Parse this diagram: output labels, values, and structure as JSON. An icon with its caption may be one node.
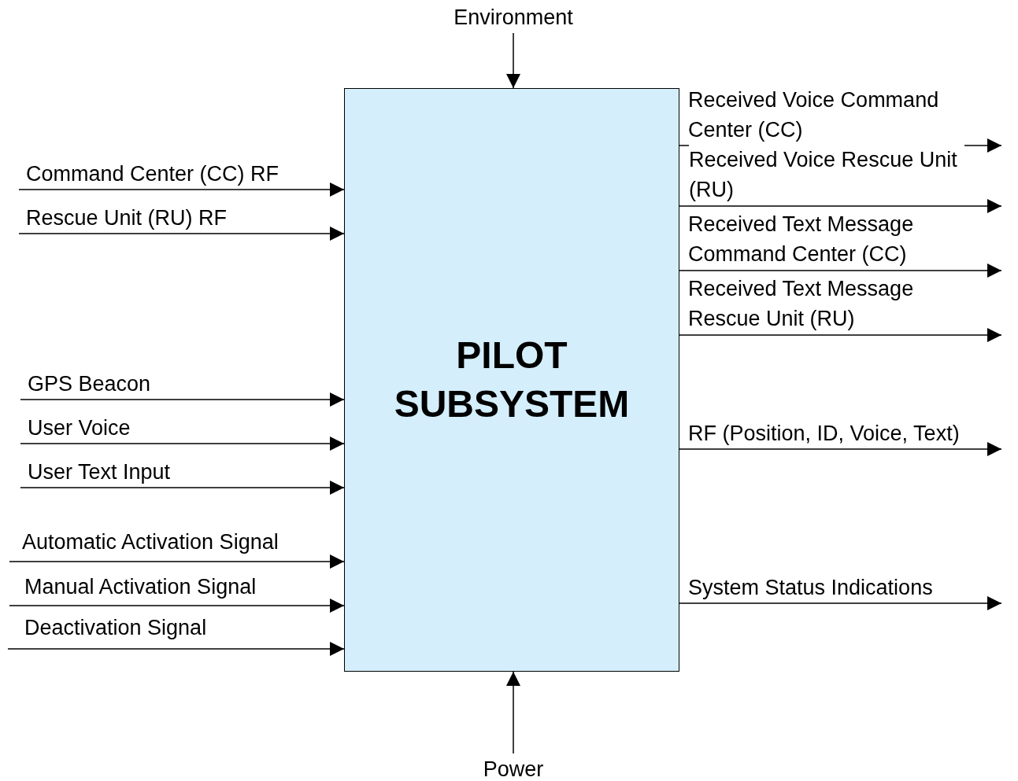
{
  "diagram": {
    "nodes": [
      {
        "text": [
          "PILOT SUBSYSTEM"
        ]
      },
      {
        "text": [
          "Environment"
        ]
      },
      {
        "text": [
          "Power"
        ]
      }
    ],
    "edges": [
      {
        "from": 1,
        "to": 0,
        "arrow": "to"
      },
      {
        "from": 2,
        "to": 0,
        "arrow": "to"
      },
      {
        "from": null,
        "to": 0,
        "arrow": "to",
        "label": "Command Center (CC) RF"
      },
      {
        "from": null,
        "to": 0,
        "arrow": "to",
        "label": "Rescue Unit (RU) RF"
      },
      {
        "from": null,
        "to": 0,
        "arrow": "to",
        "label": "GPS Beacon"
      },
      {
        "from": null,
        "to": 0,
        "arrow": "to",
        "label": "User Voice"
      },
      {
        "from": null,
        "to": 0,
        "arrow": "to",
        "label": "User Text Input"
      },
      {
        "from": null,
        "to": 0,
        "arrow": "to",
        "label": "Automatic Activation Signal"
      },
      {
        "from": null,
        "to": 0,
        "arrow": "to",
        "label": "Manual Activation Signal"
      },
      {
        "from": null,
        "to": 0,
        "arrow": "to",
        "label": "Deactivation Signal"
      },
      {
        "from": 0,
        "to": null,
        "arrow": "to",
        "label": "Received Voice Command Center (CC)"
      },
      {
        "from": 0,
        "to": null,
        "arrow": "to",
        "label": "Received Voice Rescue Unit (RU)"
      },
      {
        "from": 0,
        "to": null,
        "arrow": "to",
        "label": "Received Text Message Command Center (CC)"
      },
      {
        "from": 0,
        "to": null,
        "arrow": "to",
        "label": "Received Text Message Rescue Unit (RU)"
      },
      {
        "from": 0,
        "to": null,
        "arrow": "to",
        "label": "RF (Position, ID, Voice, Text)"
      },
      {
        "from": 0,
        "to": null,
        "arrow": "to",
        "label": "System Status Indications"
      }
    ]
  }
}
